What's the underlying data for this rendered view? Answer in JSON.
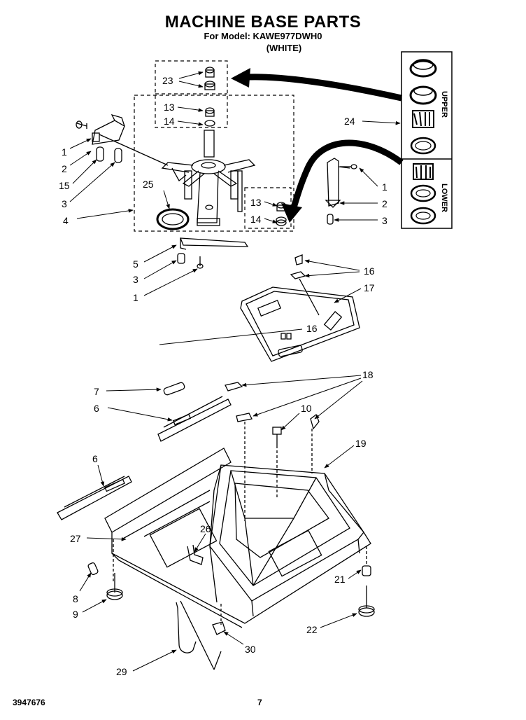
{
  "header": {
    "title": "MACHINE BASE PARTS",
    "model_line": "For Model: KAWE977DWH0",
    "color_line": "(WHITE)"
  },
  "footer": {
    "doc_number": "3947676",
    "page_number": "7"
  },
  "callouts": [
    {
      "id": "c23",
      "label": "23"
    },
    {
      "id": "c13a",
      "label": "13"
    },
    {
      "id": "c14a",
      "label": "14"
    },
    {
      "id": "c24",
      "label": "24"
    },
    {
      "id": "c1a",
      "label": "1"
    },
    {
      "id": "c2a",
      "label": "2"
    },
    {
      "id": "c15",
      "label": "15"
    },
    {
      "id": "c3a",
      "label": "3"
    },
    {
      "id": "c25",
      "label": "25"
    },
    {
      "id": "c4",
      "label": "4"
    },
    {
      "id": "c13b",
      "label": "13"
    },
    {
      "id": "c14b",
      "label": "14"
    },
    {
      "id": "c1b",
      "label": "1"
    },
    {
      "id": "c2b",
      "label": "2"
    },
    {
      "id": "c3b",
      "label": "3"
    },
    {
      "id": "c5",
      "label": "5"
    },
    {
      "id": "c3c",
      "label": "3"
    },
    {
      "id": "c1c",
      "label": "1"
    },
    {
      "id": "c16a",
      "label": "16"
    },
    {
      "id": "c17",
      "label": "17"
    },
    {
      "id": "c16b",
      "label": "16"
    },
    {
      "id": "c18",
      "label": "18"
    },
    {
      "id": "c7",
      "label": "7"
    },
    {
      "id": "c6a",
      "label": "6"
    },
    {
      "id": "c10",
      "label": "10"
    },
    {
      "id": "c19",
      "label": "19"
    },
    {
      "id": "c6b",
      "label": "6"
    },
    {
      "id": "c27",
      "label": "27"
    },
    {
      "id": "c26",
      "label": "26"
    },
    {
      "id": "c8",
      "label": "8"
    },
    {
      "id": "c21",
      "label": "21"
    },
    {
      "id": "c9",
      "label": "9"
    },
    {
      "id": "c22",
      "label": "22"
    },
    {
      "id": "c30",
      "label": "30"
    },
    {
      "id": "c29",
      "label": "29"
    }
  ],
  "side_labels": {
    "upper": "UPPER",
    "lower": "LOWER"
  }
}
